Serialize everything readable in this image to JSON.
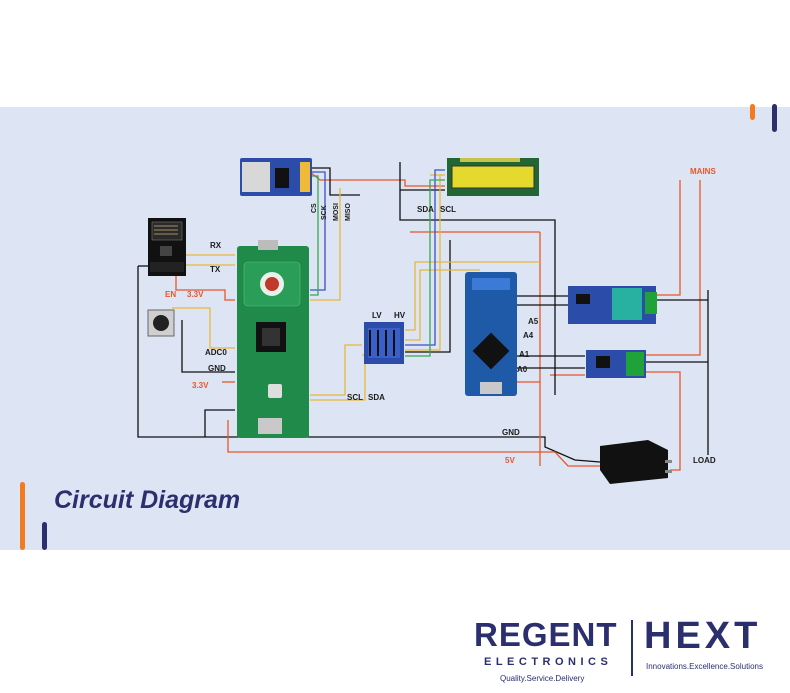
{
  "title": "Circuit Diagram",
  "labels": {
    "rx": "RX",
    "tx": "TX",
    "en": "EN",
    "v33_esp": "3.3V",
    "adc0": "ADC0",
    "gnd_left": "GND",
    "v33_left": "3.3V",
    "cs": "CS",
    "sck": "SCK",
    "mosi": "MOSI",
    "miso": "MISO",
    "sda_top": "SDA",
    "scl_top": "SCL",
    "lv": "LV",
    "hv": "HV",
    "scl_bot": "SCL",
    "sda_bot": "SDA",
    "a5": "A5",
    "a4": "A4",
    "a1": "A1",
    "a0": "A0",
    "gnd_bus": "GND",
    "v5": "5V",
    "mains": "MAINS",
    "load": "LOAD"
  },
  "colors": {
    "panel": "#dde5f4",
    "accent_orange": "#f47a20",
    "brand_navy": "#2b2f6e",
    "wire_red": "#e8562a",
    "wire_yellow": "#e8b73a",
    "wire_blue": "#3c4fc4",
    "wire_green": "#3aa655",
    "wire_black": "#111111"
  },
  "icons": [
    "esp01-module",
    "pico-board",
    "push-button",
    "sd-card-module",
    "lcd-display",
    "logic-level-converter",
    "arduino-nano",
    "voltage-sensor",
    "current-sensor",
    "power-adapter"
  ],
  "brand": {
    "regent": "REGENT",
    "electronics": "ELECTRONICS",
    "regent_tagline": "Quality.Service.Delivery",
    "hext": "HEXT",
    "hext_tagline": "Innovations.Excellence.Solutions"
  }
}
